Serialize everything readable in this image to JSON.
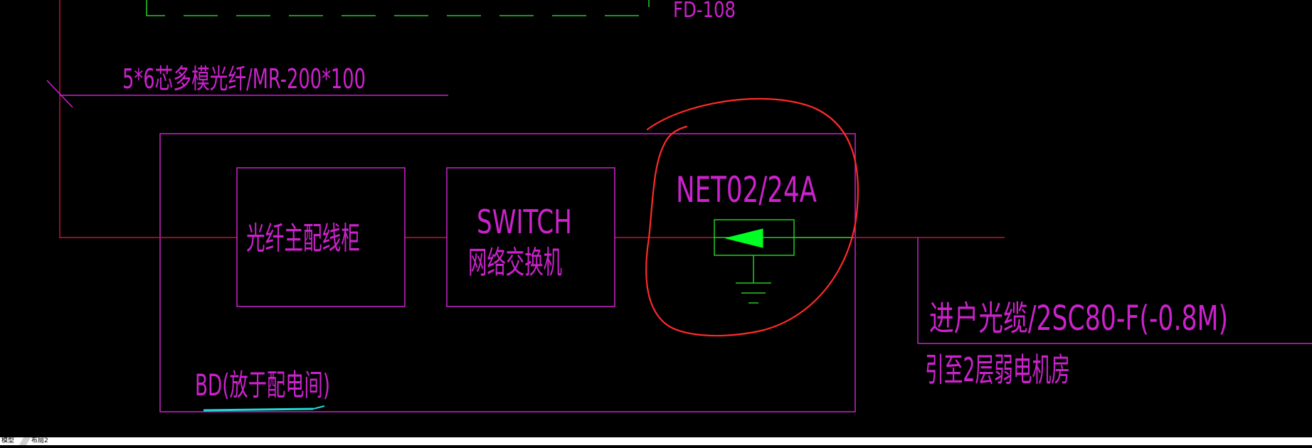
{
  "colors": {
    "background": "#000000",
    "magenta": "#cc22cc",
    "red_line": "#c0143c",
    "green": "#22cc22",
    "bright_green": "#00ff22",
    "markup_red": "#ff2a2a",
    "cyan": "#22d8d8"
  },
  "diagram": {
    "fd_label": "FD-108",
    "cable_label": "5*6芯多模光纤/MR-200*100",
    "fiber_cabinet_label": "光纤主配线柜",
    "switch_label_en": "SWITCH",
    "switch_label_cn": "网络交换机",
    "protector_label": "NET02/24A",
    "bd_label": "BD(放于配电间)",
    "incoming_cable_label": "进户光缆/2SC80-F(-0.8M)",
    "destination_label": "引至2层弱电机房"
  },
  "bottom_bar": {
    "tab_model": "模型",
    "tab_layout": "布局2"
  },
  "icons": {
    "protector_symbol": "surge-protector-icon",
    "ground_symbol": "ground-icon"
  }
}
